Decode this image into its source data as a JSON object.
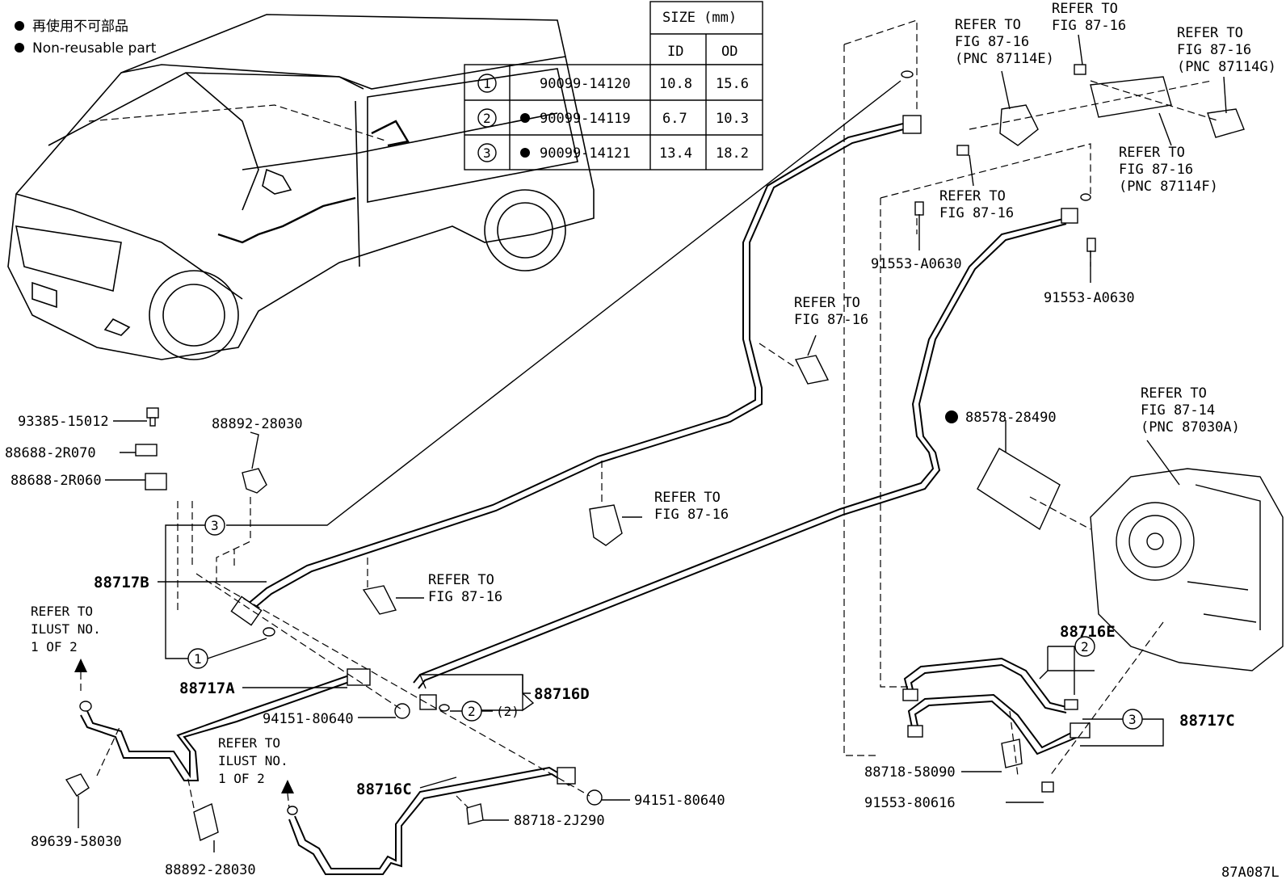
{
  "legend": [
    {
      "marker": "●",
      "text": "再使用不可部品"
    },
    {
      "marker": "●",
      "text": "Non-reusable part"
    }
  ],
  "size_table": {
    "header": "SIZE (mm)",
    "col_id": "ID",
    "col_od": "OD",
    "rows": [
      {
        "num": "1",
        "mark": "",
        "part": "90099-14120",
        "id": "10.8",
        "od": "15.6"
      },
      {
        "num": "2",
        "mark": "●",
        "part": "90099-14119",
        "id": "6.7",
        "od": "10.3"
      },
      {
        "num": "3",
        "mark": "●",
        "part": "90099-14121",
        "id": "13.4",
        "od": "18.2"
      }
    ]
  },
  "refer": {
    "r1": [
      "REFER TO",
      "FIG 87-16",
      "(PNC 87114E)"
    ],
    "r2": [
      "REFER TO",
      "FIG 87-16"
    ],
    "r3": [
      "REFER TO",
      "FIG 87-16",
      "(PNC 87114G)"
    ],
    "r4": [
      "REFER TO",
      "FIG 87-16",
      "(PNC 87114F)"
    ],
    "r5": [
      "REFER TO",
      "FIG 87-16"
    ],
    "r6": [
      "REFER TO",
      "FIG 87-16"
    ],
    "r7": [
      "REFER TO",
      "FIG 87-14",
      "(PNC 87030A)"
    ],
    "r8": [
      "REFER TO",
      "FIG 87-16"
    ],
    "r9": [
      "REFER TO",
      "FIG 87-16"
    ],
    "r10": [
      "REFER TO",
      "ILUST NO.",
      "1 OF 2"
    ],
    "r11": [
      "REFER TO",
      "ILUST NO.",
      "1 OF 2"
    ]
  },
  "parts": {
    "p93385": "93385-15012",
    "p88688_2r070": "88688-2R070",
    "p88688_2r060": "88688-2R060",
    "p88892_top": "88892-28030",
    "p88717b": "88717B",
    "p88717a": "88717A",
    "p94151_a": "94151-80640",
    "p88716d": "88716D",
    "p88716c": "88716C",
    "p94151_b": "94151-80640",
    "p88718_2j": "88718-2J290",
    "p89639": "89639-58030",
    "p88892_bot": "88892-28030",
    "p91553_a0630_a": "91553-A0630",
    "p91553_a0630_b": "91553-A0630",
    "p88578": "88578-28490",
    "p88716e": "88716E",
    "p88717c": "88717C",
    "p88718_58": "88718-58090",
    "p91553_80616": "91553-80616"
  },
  "callouts": {
    "c3a": "3",
    "c1": "1",
    "c2a": "2",
    "c2a_note": "(2)",
    "c2b": "2",
    "c3b": "3"
  },
  "non_reusable_mark": "●",
  "figure_code": "87A087L"
}
